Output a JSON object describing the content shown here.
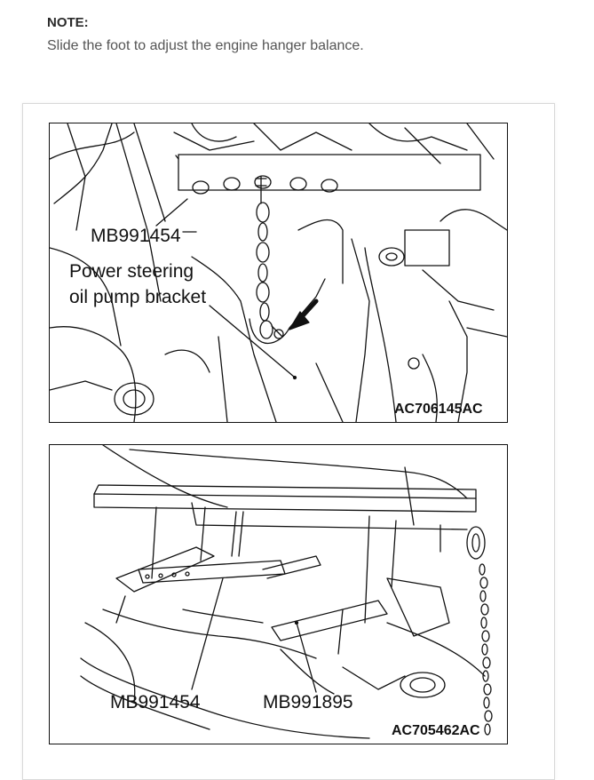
{
  "note": {
    "title": "NOTE:",
    "text": "Slide the foot to adjust the engine hanger balance."
  },
  "figure_1": {
    "callouts": {
      "tool": "MB991454",
      "part_line1": "Power steering",
      "part_line2": "oil pump bracket"
    },
    "code": "AC706145AC"
  },
  "figure_2": {
    "callouts": {
      "tool_a": "MB991454",
      "tool_b": "MB991895"
    },
    "code": "AC705462AC"
  }
}
